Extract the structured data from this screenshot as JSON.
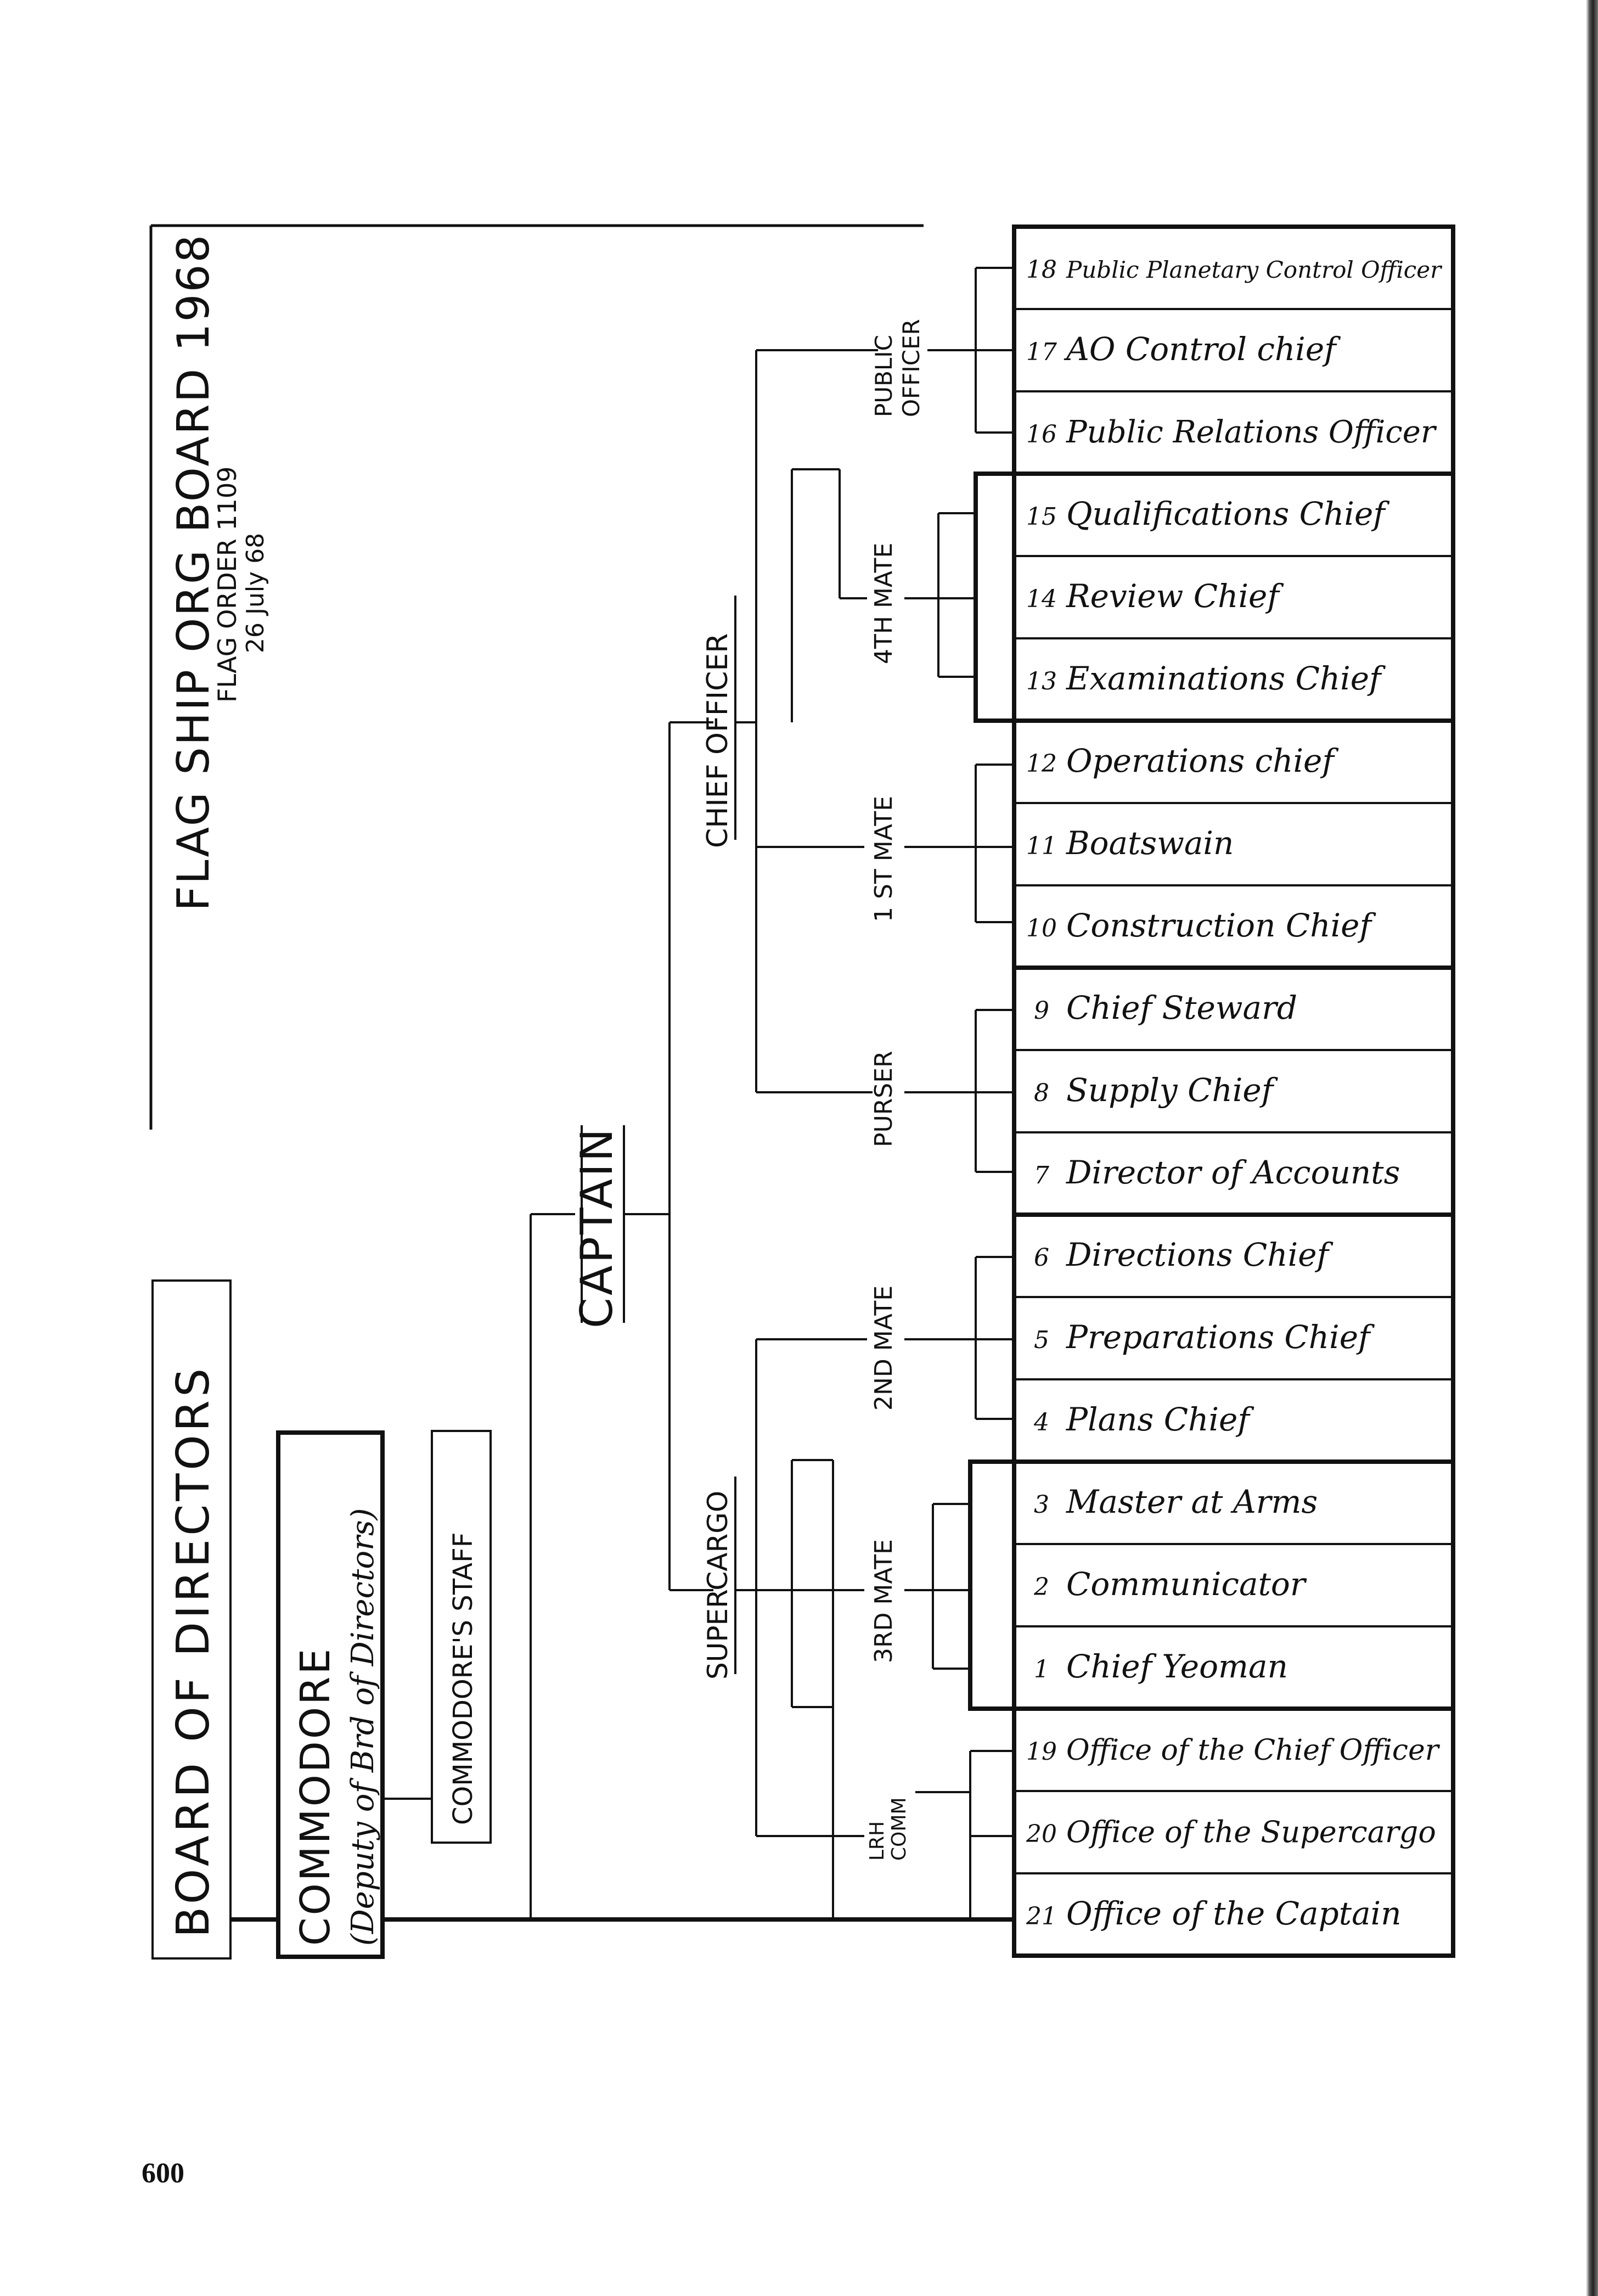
{
  "chart": {
    "title": "FLAG SHIP ORG BOARD 1968",
    "order": "FLAG ORDER 1109",
    "date": "26 July 68"
  },
  "left_column": {
    "board": "BOARD OF DIRECTORS",
    "commodore": "COMMODORE",
    "commodore_sub": "(Deputy of Brd of Directors)",
    "staff": "COMMODORE'S STAFF"
  },
  "captain": "CAPTAIN",
  "officers": {
    "chief_officer": "CHIEF OFFICER",
    "supercargo": "SUPERCARGO"
  },
  "divisions": {
    "public_officer": [
      "PUBLIC",
      "OFFICER"
    ],
    "fourth_mate": "4TH MATE",
    "first_mate": "1 ST MATE",
    "purser": "PURSER",
    "second_mate": "2ND MATE",
    "third_mate": "3RD MATE",
    "lrh_comm": [
      "LRH",
      "COMM"
    ]
  },
  "departments": [
    {
      "num": "18",
      "name": "Public Planetary Control Officer"
    },
    {
      "num": "17",
      "name": "AO Control chief"
    },
    {
      "num": "16",
      "name": "Public Relations Officer"
    },
    {
      "num": "15",
      "name": "Qualifications Chief"
    },
    {
      "num": "14",
      "name": "Review Chief"
    },
    {
      "num": "13",
      "name": "Examinations Chief"
    },
    {
      "num": "12",
      "name": "Operations chief"
    },
    {
      "num": "11",
      "name": "Boatswain"
    },
    {
      "num": "10",
      "name": "Construction Chief"
    },
    {
      "num": "9",
      "name": "Chief Steward"
    },
    {
      "num": "8",
      "name": "Supply Chief"
    },
    {
      "num": "7",
      "name": "Director of Accounts"
    },
    {
      "num": "6",
      "name": "Directions Chief"
    },
    {
      "num": "5",
      "name": "Preparations Chief"
    },
    {
      "num": "4",
      "name": "Plans Chief"
    },
    {
      "num": "3",
      "name": "Master at Arms"
    },
    {
      "num": "2",
      "name": "Communicator"
    },
    {
      "num": "1",
      "name": "Chief Yeoman"
    },
    {
      "num": "19",
      "name": "Office of the Chief Officer"
    },
    {
      "num": "20",
      "name": "Office of the Supercargo"
    },
    {
      "num": "21",
      "name": "Office of the Captain"
    }
  ],
  "page_number": "600"
}
